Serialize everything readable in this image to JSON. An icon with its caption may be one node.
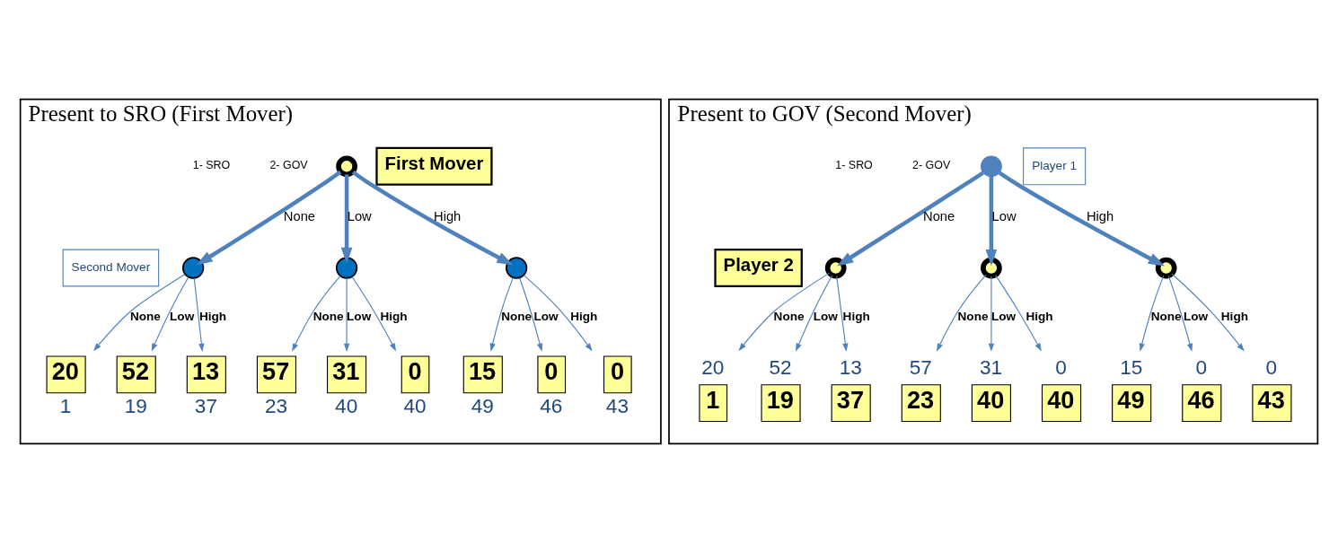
{
  "diagram": {
    "nodes": [
      {
        "text": [
          "Present to SRO (First Mover)"
        ]
      },
      {
        "text": [],
        "shape": "circle",
        "in": 0
      },
      {
        "text": [
          "First Mover"
        ],
        "in": 0
      },
      {
        "text": [],
        "shape": "circle",
        "in": 0
      },
      {
        "text": [],
        "shape": "circle",
        "in": 0
      },
      {
        "text": [],
        "shape": "circle",
        "in": 0
      },
      {
        "text": [
          "Second Mover"
        ],
        "in": 0
      },
      {
        "text": [
          "20"
        ],
        "beside": [
          "1"
        ],
        "in": 0
      },
      {
        "text": [
          "52"
        ],
        "beside": [
          "19"
        ],
        "in": 0
      },
      {
        "text": [
          "13"
        ],
        "beside": [
          "37"
        ],
        "in": 0
      },
      {
        "text": [
          "57"
        ],
        "beside": [
          "23"
        ],
        "in": 0
      },
      {
        "text": [
          "31"
        ],
        "beside": [
          "40"
        ],
        "in": 0
      },
      {
        "text": [
          "0"
        ],
        "beside": [
          "40"
        ],
        "in": 0
      },
      {
        "text": [
          "15"
        ],
        "beside": [
          "49"
        ],
        "in": 0
      },
      {
        "text": [
          "0"
        ],
        "beside": [
          "46"
        ],
        "in": 0
      },
      {
        "text": [
          "0"
        ],
        "beside": [
          "43"
        ],
        "in": 0
      },
      {
        "text": [
          "Present to GOV (Second Mover)"
        ]
      },
      {
        "text": [],
        "shape": "circle",
        "in": 16
      },
      {
        "text": [
          "Player 1"
        ],
        "in": 16
      },
      {
        "text": [],
        "shape": "circle",
        "in": 16
      },
      {
        "text": [],
        "shape": "circle",
        "in": 16
      },
      {
        "text": [],
        "shape": "circle",
        "in": 16
      },
      {
        "text": [
          "Player 2"
        ],
        "in": 16
      },
      {
        "text": [
          "1"
        ],
        "beside": [
          "20"
        ],
        "in": 16
      },
      {
        "text": [
          "19"
        ],
        "beside": [
          "52"
        ],
        "in": 16
      },
      {
        "text": [
          "37"
        ],
        "beside": [
          "13"
        ],
        "in": 16
      },
      {
        "text": [
          "23"
        ],
        "beside": [
          "57"
        ],
        "in": 16
      },
      {
        "text": [
          "40"
        ],
        "beside": [
          "31"
        ],
        "in": 16
      },
      {
        "text": [
          "40"
        ],
        "beside": [
          "0"
        ],
        "in": 16
      },
      {
        "text": [
          "49"
        ],
        "beside": [
          "15"
        ],
        "in": 16
      },
      {
        "text": [
          "46"
        ],
        "beside": [
          "0"
        ],
        "in": 16
      },
      {
        "text": [
          "43"
        ],
        "beside": [
          "0"
        ],
        "in": 16
      }
    ],
    "edges": [
      {
        "from": 1,
        "to": 3,
        "arrow": "to",
        "label": "None",
        "style": "thick"
      },
      {
        "from": 1,
        "to": 4,
        "arrow": "to",
        "label": "Low",
        "style": "thick"
      },
      {
        "from": 1,
        "to": 5,
        "arrow": "to",
        "label": "High",
        "style": "thick"
      },
      {
        "from": 3,
        "to": 7,
        "arrow": "to",
        "label": "None"
      },
      {
        "from": 3,
        "to": 8,
        "arrow": "to",
        "label": "Low"
      },
      {
        "from": 3,
        "to": 9,
        "arrow": "to",
        "label": "High"
      },
      {
        "from": 4,
        "to": 10,
        "arrow": "to",
        "label": "None"
      },
      {
        "from": 4,
        "to": 11,
        "arrow": "to",
        "label": "Low"
      },
      {
        "from": 4,
        "to": 12,
        "arrow": "to",
        "label": "High"
      },
      {
        "from": 5,
        "to": 13,
        "arrow": "to",
        "label": "None"
      },
      {
        "from": 5,
        "to": 14,
        "arrow": "to",
        "label": "Low"
      },
      {
        "from": 5,
        "to": 15,
        "arrow": "to",
        "label": "High"
      },
      {
        "from": 17,
        "to": 19,
        "arrow": "to",
        "label": "None",
        "style": "thick"
      },
      {
        "from": 17,
        "to": 20,
        "arrow": "to",
        "label": "Low",
        "style": "thick"
      },
      {
        "from": 17,
        "to": 21,
        "arrow": "to",
        "label": "High",
        "style": "thick"
      },
      {
        "from": 19,
        "to": 23,
        "arrow": "to",
        "label": "None"
      },
      {
        "from": 19,
        "to": 24,
        "arrow": "to",
        "label": "Low"
      },
      {
        "from": 19,
        "to": 25,
        "arrow": "to",
        "label": "High"
      },
      {
        "from": 20,
        "to": 26,
        "arrow": "to",
        "label": "None"
      },
      {
        "from": 20,
        "to": 27,
        "arrow": "to",
        "label": "Low"
      },
      {
        "from": 20,
        "to": 28,
        "arrow": "to",
        "label": "High"
      },
      {
        "from": 21,
        "to": 29,
        "arrow": "to",
        "label": "None"
      },
      {
        "from": 21,
        "to": 30,
        "arrow": "to",
        "label": "Low"
      },
      {
        "from": 21,
        "to": 31,
        "arrow": "to",
        "label": "High"
      }
    ],
    "labels": [
      "1- SRO",
      "2- GOV",
      "1- SRO",
      "2- GOV"
    ]
  }
}
